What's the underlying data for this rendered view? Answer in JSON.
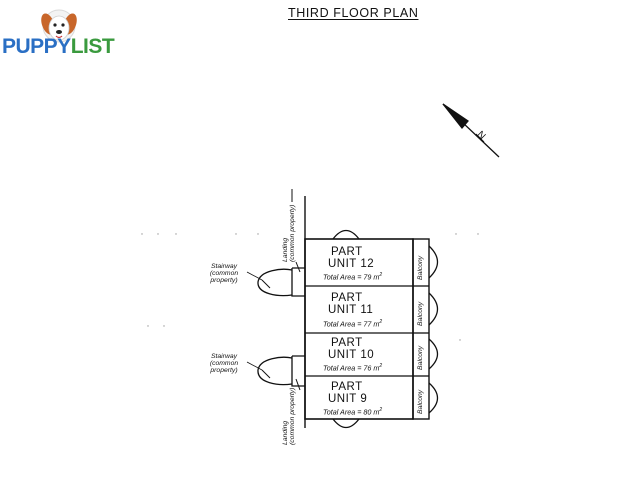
{
  "logo": {
    "text_puppy": "PUPPY",
    "text_list": "LIST",
    "icon": "dog-icon"
  },
  "title": "THIRD FLOOR PLAN",
  "north_label": "N",
  "units": [
    {
      "part": "PART",
      "unit": "UNIT 12",
      "area": "Total Area = 79 m",
      "balcony": "Balcony"
    },
    {
      "part": "PART",
      "unit": "UNIT 11",
      "area": "Total Area = 77 m",
      "balcony": "Balcony"
    },
    {
      "part": "PART",
      "unit": "UNIT 10",
      "area": "Total Area = 76 m",
      "balcony": "Balcony"
    },
    {
      "part": "PART",
      "unit": "UNIT 9",
      "area": "Total Area = 80 m",
      "balcony": "Balcony"
    }
  ],
  "area_unit_sup": "2",
  "stairways": [
    {
      "line1": "Stairway",
      "line2": "(common",
      "line3": "property)"
    },
    {
      "line1": "Stairway",
      "line2": "(common",
      "line3": "property)"
    }
  ],
  "landings": [
    {
      "line1": "Landing",
      "line2": "(common property)"
    },
    {
      "line1": "Landing",
      "line2": "(common property)"
    }
  ]
}
